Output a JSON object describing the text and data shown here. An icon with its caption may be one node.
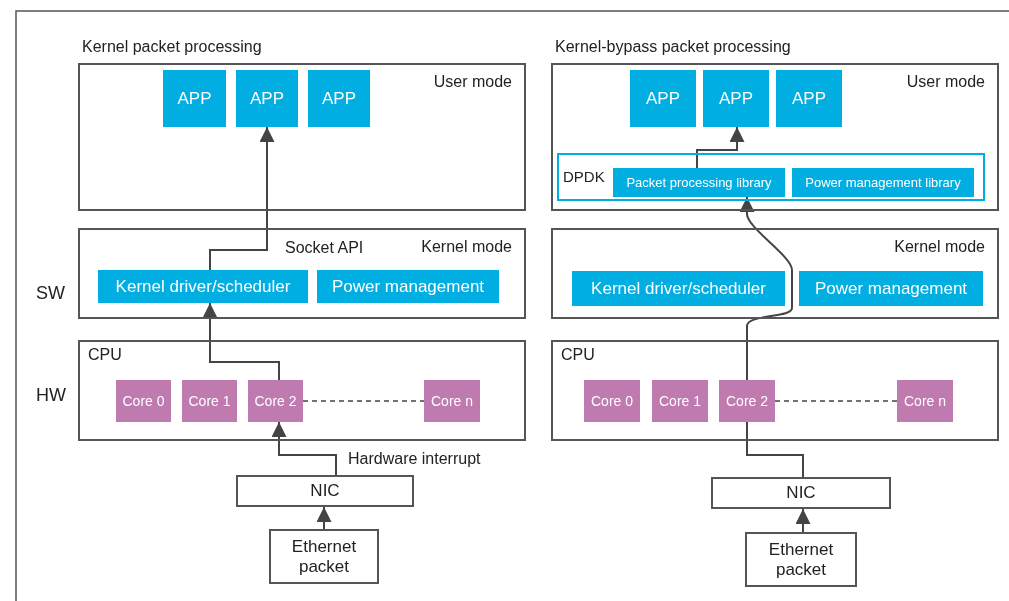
{
  "diagram": {
    "nodes": [
      {
        "text": [
          "Kernel packet processing",
          "User mode"
        ]
      },
      {
        "text": [
          "APP"
        ],
        "in": 0
      },
      {
        "text": [
          "APP"
        ],
        "in": 0
      },
      {
        "text": [
          "APP"
        ],
        "in": 0
      },
      {
        "text": [
          "Kernel mode"
        ]
      },
      {
        "text": [
          "Kernel driver/scheduler"
        ],
        "in": 4
      },
      {
        "text": [
          "Power management"
        ],
        "in": 4
      },
      {
        "text": [
          "CPU"
        ]
      },
      {
        "text": [
          "Core 0"
        ],
        "in": 7
      },
      {
        "text": [
          "Core 1"
        ],
        "in": 7
      },
      {
        "text": [
          "Core 2"
        ],
        "in": 7
      },
      {
        "text": [
          "Core n"
        ],
        "in": 7
      },
      {
        "text": [
          "NIC"
        ]
      },
      {
        "text": [
          "Ethernet packet"
        ]
      },
      {
        "text": [
          "Kernel-bypass packet processing",
          "User mode"
        ]
      },
      {
        "text": [
          "APP"
        ],
        "in": 14
      },
      {
        "text": [
          "APP"
        ],
        "in": 14
      },
      {
        "text": [
          "APP"
        ],
        "in": 14
      },
      {
        "text": [
          "DPDK"
        ],
        "in": 14
      },
      {
        "text": [
          "Packet processing library"
        ],
        "in": 18
      },
      {
        "text": [
          "Power management library"
        ],
        "in": 18
      },
      {
        "text": [
          "Kernel mode"
        ]
      },
      {
        "text": [
          "Kernel driver/scheduler"
        ],
        "in": 21
      },
      {
        "text": [
          "Power management"
        ],
        "in": 21
      },
      {
        "text": [
          "CPU"
        ]
      },
      {
        "text": [
          "Core 0"
        ],
        "in": 24
      },
      {
        "text": [
          "Core 1"
        ],
        "in": 24
      },
      {
        "text": [
          "Core 2"
        ],
        "in": 24
      },
      {
        "text": [
          "Core n"
        ],
        "in": 24
      },
      {
        "text": [
          "NIC"
        ]
      },
      {
        "text": [
          "Ethernet packet"
        ]
      }
    ],
    "edges": [
      {
        "from": 13,
        "to": 12,
        "arrow": "to"
      },
      {
        "from": 12,
        "to": 10,
        "arrow": "to",
        "label": "Hardware interrupt"
      },
      {
        "from": 10,
        "to": 5,
        "arrow": "to"
      },
      {
        "from": 5,
        "to": 2,
        "arrow": "to",
        "label": "Socket API"
      },
      {
        "from": 10,
        "to": 11,
        "arrow": "none",
        "style": "dashed"
      },
      {
        "from": 30,
        "to": 29,
        "arrow": "to"
      },
      {
        "from": 29,
        "to": 27,
        "arrow": "none"
      },
      {
        "from": 27,
        "to": 19,
        "arrow": "to"
      },
      {
        "from": 19,
        "to": 16,
        "arrow": "to"
      },
      {
        "from": 27,
        "to": 28,
        "arrow": "none",
        "style": "dashed"
      }
    ],
    "labels": [
      "SW",
      "HW"
    ]
  }
}
